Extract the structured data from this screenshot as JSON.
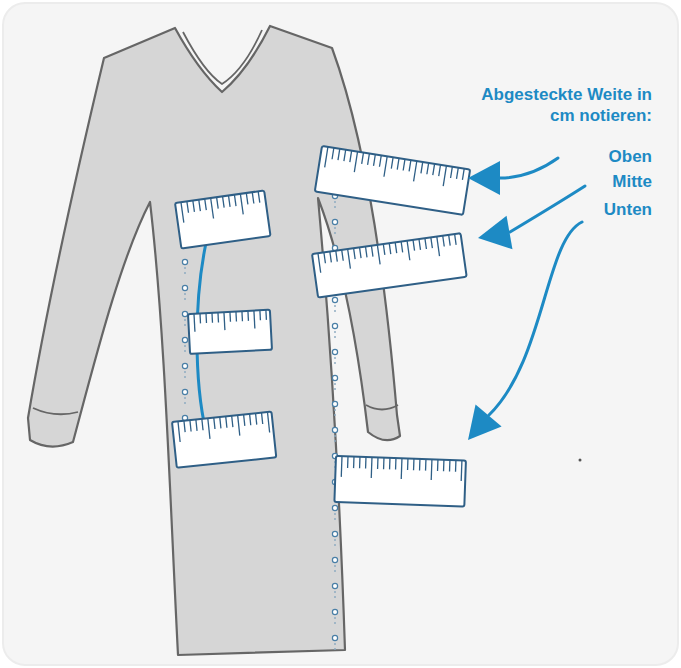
{
  "diagram": {
    "labels": [
      "Abgesteckte Weite in cm notieren:",
      "Oben",
      "Mitte",
      "Unten"
    ]
  }
}
